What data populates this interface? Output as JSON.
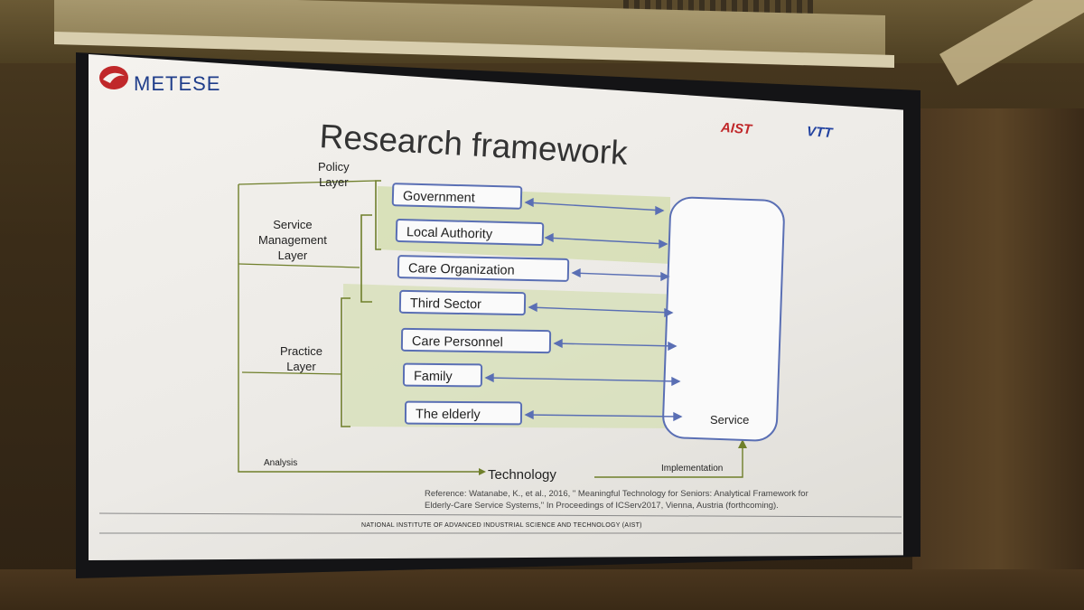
{
  "slide": {
    "logo": "METESE",
    "partner_logos": [
      "AIST",
      "VTT"
    ],
    "title": "Research framework",
    "layers": {
      "policy": "Policy\nLayer",
      "service_management": "Service\nManagement\nLayer",
      "practice": "Practice\nLayer"
    },
    "actors": [
      "Government",
      "Local Authority",
      "Care Organization",
      "Third Sector",
      "Care Personnel",
      "Family",
      "The elderly"
    ],
    "service": "Service",
    "analysis": "Analysis",
    "technology": "Technology",
    "implementation": "Implementation",
    "reference_line1": "Reference: Watanabe, K., et al., 2016, \" Meaningful Technology for Seniors: Analytical Framework for",
    "reference_line2": "Elderly-Care Service Systems,\" In Proceedings of ICServ2017, Vienna, Austria (forthcoming).",
    "footer": "NATIONAL INSTITUTE OF ADVANCED INDUSTRIAL SCIENCE AND TECHNOLOGY (AIST)"
  },
  "colors": {
    "box_border": "#5a6fb4",
    "arrow": "#5a6fb4",
    "bracket": "#6f7f2a",
    "green_band": "#d6dfb5",
    "logo_red": "#c0282a",
    "logo_blue": "#1f3d8a"
  }
}
